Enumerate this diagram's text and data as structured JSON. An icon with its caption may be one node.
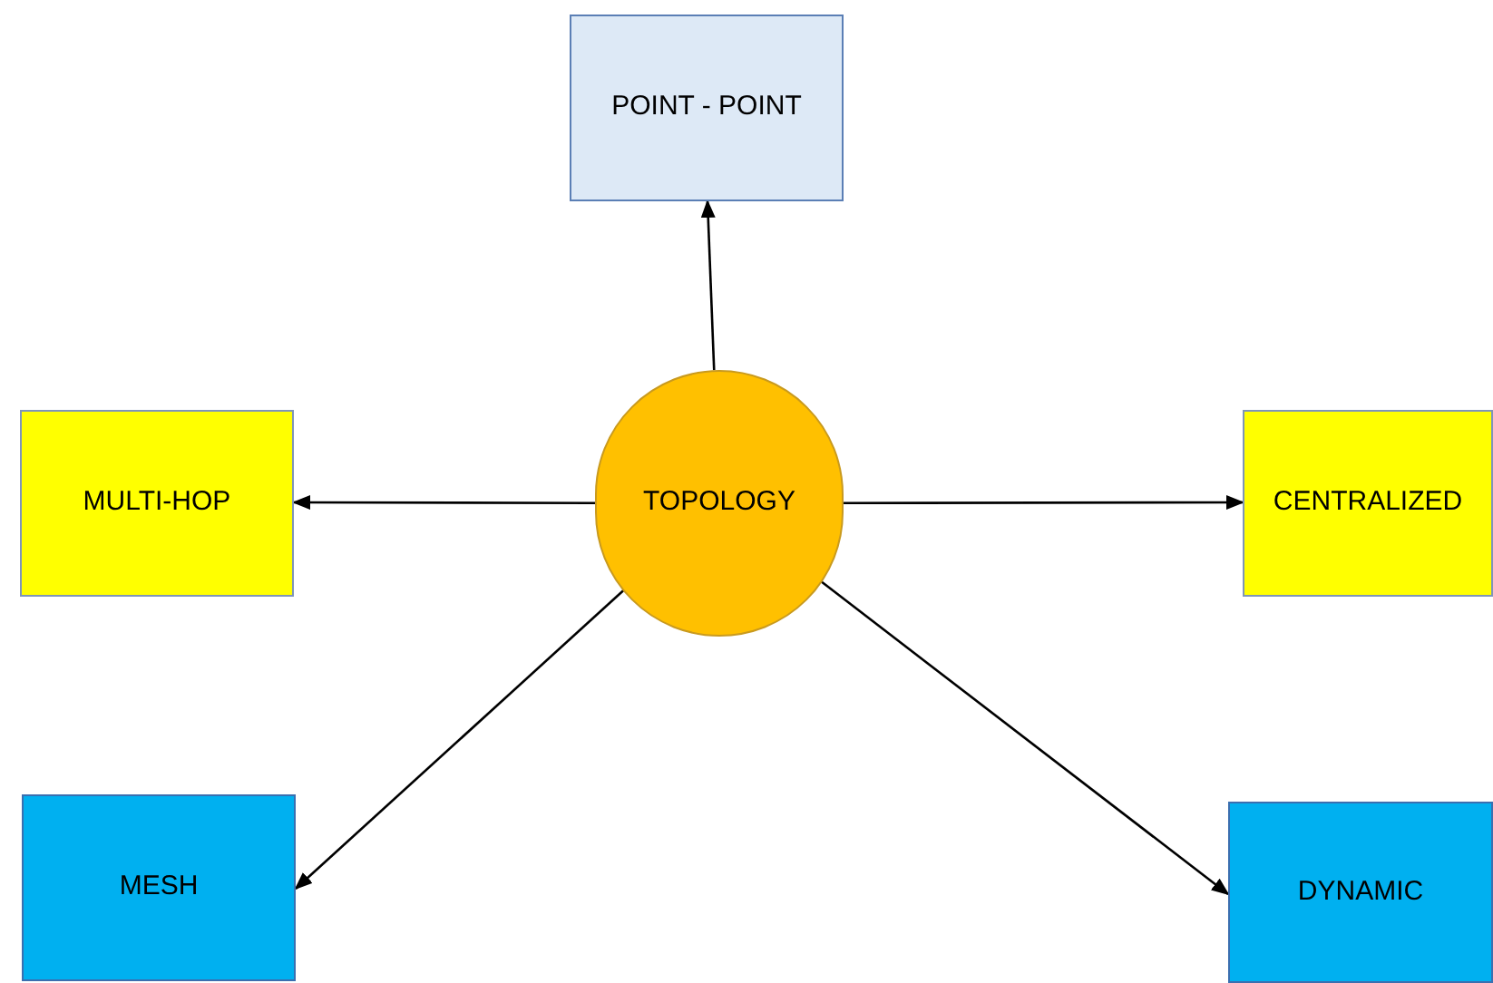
{
  "diagram": {
    "nodes": [
      {
        "text": [
          "TOPOLOGY"
        ]
      },
      {
        "text": [
          "POINT - POINT"
        ]
      },
      {
        "text": [
          "MULTI-HOP"
        ]
      },
      {
        "text": [
          "CENTRALIZED"
        ]
      },
      {
        "text": [
          "MESH"
        ]
      },
      {
        "text": [
          "DYNAMIC"
        ]
      }
    ],
    "edges": [
      {
        "from": 0,
        "to": 1,
        "arrow": "to"
      },
      {
        "from": 0,
        "to": 2,
        "arrow": "to"
      },
      {
        "from": 0,
        "to": 3,
        "arrow": "to"
      },
      {
        "from": 0,
        "to": 4,
        "arrow": "to"
      },
      {
        "from": 0,
        "to": 5,
        "arrow": "to"
      }
    ]
  }
}
